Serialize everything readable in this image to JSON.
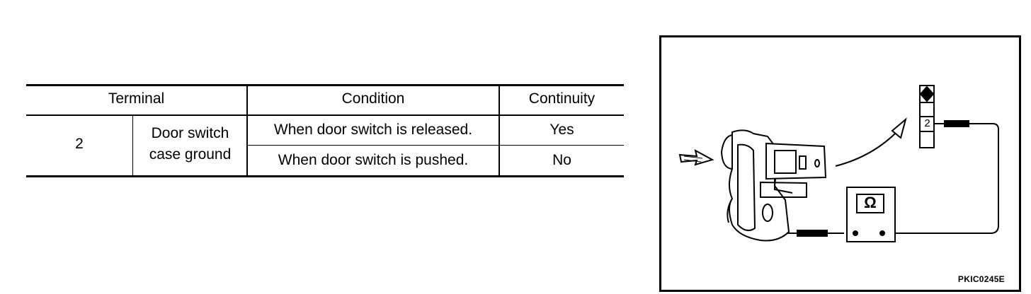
{
  "table": {
    "headers": {
      "terminal": "Terminal",
      "condition": "Condition",
      "continuity": "Continuity"
    },
    "terminal_no": "2",
    "terminal_desc_line1": "Door switch",
    "terminal_desc_line2": "case ground",
    "rows": [
      {
        "condition": "When door switch is released.",
        "continuity": "Yes"
      },
      {
        "condition": "When door switch is pushed.",
        "continuity": "No"
      }
    ]
  },
  "figure": {
    "connector_terminal": "2",
    "meter_symbol": "Ω",
    "code": "PKIC0245E"
  }
}
